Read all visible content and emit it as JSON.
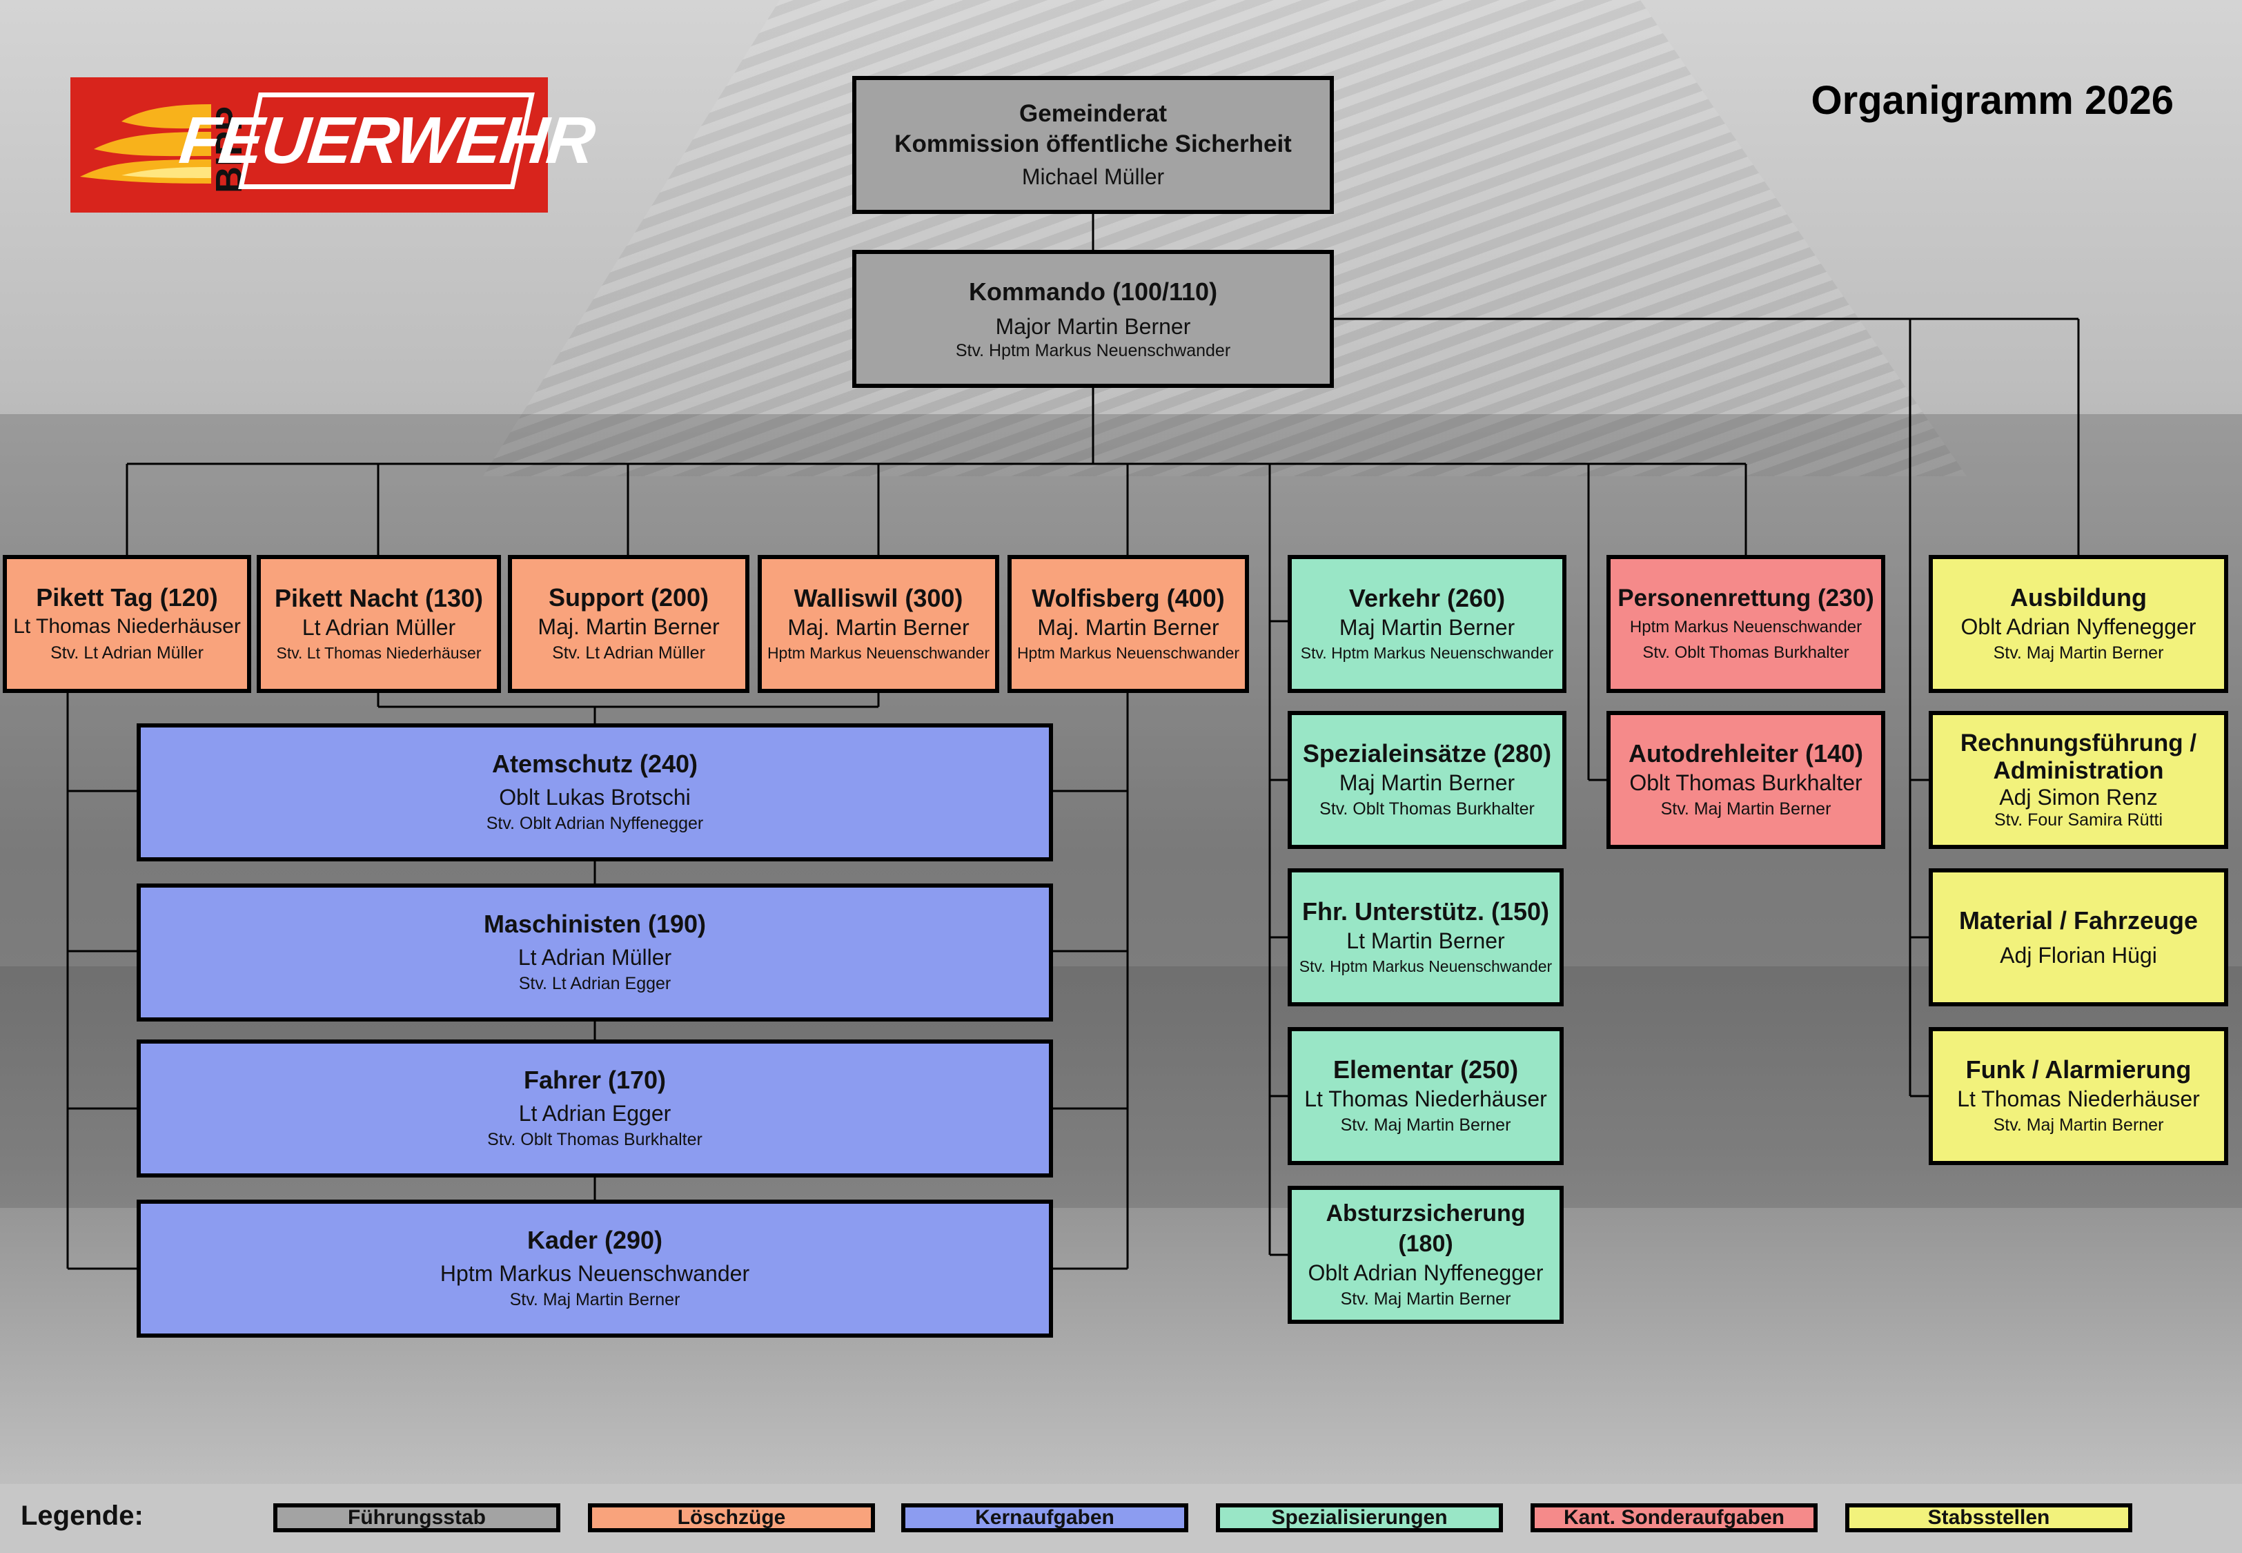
{
  "logo": {
    "small_text": "BIPP",
    "main_text": "FEUERWEHR"
  },
  "title": "Organigramm 2026",
  "gemeinderat": {
    "title1": "Gemeinderat",
    "title2": "Kommission öffentliche Sicherheit",
    "name": "Michael Müller"
  },
  "kommando": {
    "title": "Kommando (100/110)",
    "name": "Major Martin Berner",
    "deputy": "Stv. Hptm Markus Neuenschwander"
  },
  "loeschzuege": [
    {
      "title": "Pikett Tag (120)",
      "name": "Lt Thomas Niederhäuser",
      "deputy": "Stv. Lt Adrian Müller"
    },
    {
      "title": "Pikett Nacht (130)",
      "name": "Lt Adrian Müller",
      "deputy": "Stv. Lt Thomas Niederhäuser"
    },
    {
      "title": "Support (200)",
      "name": "Maj. Martin Berner",
      "deputy": "Stv. Lt Adrian Müller"
    },
    {
      "title": "Walliswil (300)",
      "name": "Maj. Martin Berner",
      "deputy": "Hptm Markus Neuenschwander"
    },
    {
      "title": "Wolfisberg (400)",
      "name": "Maj. Martin Berner",
      "deputy": "Hptm Markus Neuenschwander"
    }
  ],
  "kernaufgaben": [
    {
      "title": "Atemschutz (240)",
      "name": "Oblt Lukas Brotschi",
      "deputy": "Stv. Oblt Adrian Nyffenegger"
    },
    {
      "title": "Maschinisten (190)",
      "name": "Lt Adrian Müller",
      "deputy": "Stv. Lt Adrian Egger"
    },
    {
      "title": "Fahrer (170)",
      "name": "Lt Adrian Egger",
      "deputy": "Stv. Oblt Thomas Burkhalter"
    },
    {
      "title": "Kader (290)",
      "name": "Hptm Markus Neuenschwander",
      "deputy": "Stv. Maj Martin Berner"
    }
  ],
  "spezialisierungen": [
    {
      "title": "Verkehr (260)",
      "name": "Maj Martin Berner",
      "deputy": "Stv. Hptm Markus Neuenschwander"
    },
    {
      "title": "Spezialeinsätze (280)",
      "name": "Maj Martin Berner",
      "deputy": "Stv. Oblt Thomas Burkhalter"
    },
    {
      "title": "Fhr. Unterstütz. (150)",
      "name": "Lt Martin Berner",
      "deputy": "Stv. Hptm Markus Neuenschwander"
    },
    {
      "title": "Elementar (250)",
      "name": "Lt Thomas Niederhäuser",
      "deputy": "Stv. Maj Martin Berner"
    },
    {
      "title": "Absturzsicherung (180)",
      "name": "Oblt Adrian Nyffenegger",
      "deputy": "Stv. Maj Martin Berner"
    }
  ],
  "kant_sonderaufgaben": [
    {
      "title": "Personenrettung (230)",
      "name": "Hptm Markus Neuenschwander",
      "deputy": "Stv. Oblt Thomas Burkhalter"
    },
    {
      "title": "Autodrehleiter (140)",
      "name": "Oblt Thomas Burkhalter",
      "deputy": "Stv. Maj Martin Berner"
    }
  ],
  "stabsstellen": [
    {
      "title": "Ausbildung",
      "name": "Oblt Adrian Nyffenegger",
      "deputy": "Stv. Maj Martin Berner"
    },
    {
      "title": "Rechnungsführung / Administration",
      "name": "Adj Simon Renz",
      "deputy": "Stv. Four Samira Rütti"
    },
    {
      "title": "Material / Fahrzeuge",
      "name": "Adj Florian Hügi",
      "deputy": ""
    },
    {
      "title": "Funk / Alarmierung",
      "name": "Lt Thomas Niederhäuser",
      "deputy": "Stv. Maj Martin Berner"
    }
  ],
  "legend": {
    "label": "Legende:",
    "items": [
      "Führungsstab",
      "Löschzüge",
      "Kernaufgaben",
      "Spezialisierungen",
      "Kant. Sonderaufgaben",
      "Stabsstellen"
    ]
  },
  "colors": {
    "fuehrungsstab": "#a3a3a3",
    "loeschzuege": "#f9a37c",
    "kernaufgaben": "#8c9cf0",
    "spezialisierungen": "#99e6c6",
    "kant_sonderaufgaben": "#f58a8a",
    "stabsstellen": "#f2f27c",
    "logo_red": "#d8241c"
  }
}
